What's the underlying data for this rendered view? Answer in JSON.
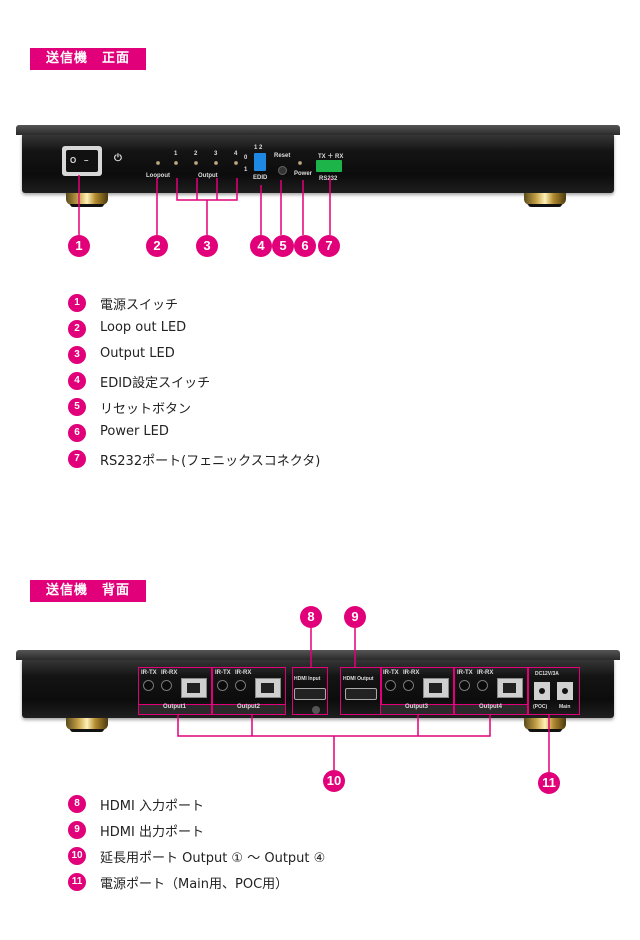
{
  "front": {
    "title": "送信機　正面",
    "panel": {
      "port_numbers": [
        "1",
        "2",
        "3",
        "4"
      ],
      "dip_numbers": "1 2",
      "dip_side": [
        "0",
        "1"
      ],
      "loopout": "Loopout",
      "output": "Output",
      "edid": "EDID",
      "reset": "Reset",
      "power": "Power",
      "txrx": "TX ＋ RX",
      "rs232": "RS232",
      "switch_on": "O",
      "switch_off": "–"
    },
    "markers": [
      "1",
      "2",
      "3",
      "4",
      "5",
      "6",
      "7"
    ],
    "items": [
      {
        "num": "1",
        "label": "電源スイッチ"
      },
      {
        "num": "2",
        "label": "Loop out LED"
      },
      {
        "num": "3",
        "label": "Output LED"
      },
      {
        "num": "4",
        "label": "EDID設定スイッチ"
      },
      {
        "num": "5",
        "label": "リセットボタン"
      },
      {
        "num": "6",
        "label": "Power LED"
      },
      {
        "num": "7",
        "label": "RS232ポート(フェニックスコネクタ)"
      }
    ]
  },
  "back": {
    "title": "送信機　背面",
    "panel": {
      "ir_tx": "IR-TX",
      "ir_rx": "IR-RX",
      "outputs": [
        "Output1",
        "Output2",
        "Output3",
        "Output4"
      ],
      "hdmi_input": "HDMI Input",
      "hdmi_output": "HDMI Output",
      "dc": "DC12V/3A",
      "poc": "(POC)",
      "main": "Main"
    },
    "markers": [
      "8",
      "9",
      "10",
      "11"
    ],
    "items": [
      {
        "num": "8",
        "label": "HDMI 入力ポート"
      },
      {
        "num": "9",
        "label": "HDMI 出力ポート"
      },
      {
        "num": "10",
        "label": "延長用ポート Output ① ～ Output ④"
      },
      {
        "num": "11",
        "label": "電源ポート（Main用、POC用）"
      }
    ]
  },
  "colors": {
    "accent": "#e2007a",
    "device": "#111111"
  }
}
